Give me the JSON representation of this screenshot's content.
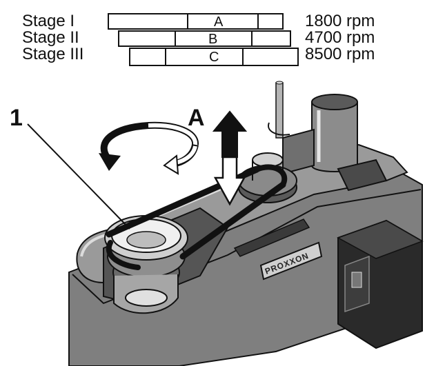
{
  "speed_table": {
    "rows": [
      {
        "stage": "Stage I",
        "pulley": "A",
        "speed": "1800 rpm"
      },
      {
        "stage": "Stage II",
        "pulley": "B",
        "speed": "4700 rpm"
      },
      {
        "stage": "Stage III",
        "pulley": "C",
        "speed": "8500 rpm"
      }
    ]
  },
  "callouts": {
    "item_1": "1",
    "arrow_a": "A"
  },
  "machine": {
    "brand": "PROXXON"
  },
  "colors": {
    "ink": "#111111",
    "housing": "#7f7f7f",
    "housing_top": "#9a9a9a",
    "light": "#d9d9d9",
    "paper": "#ffffff"
  }
}
